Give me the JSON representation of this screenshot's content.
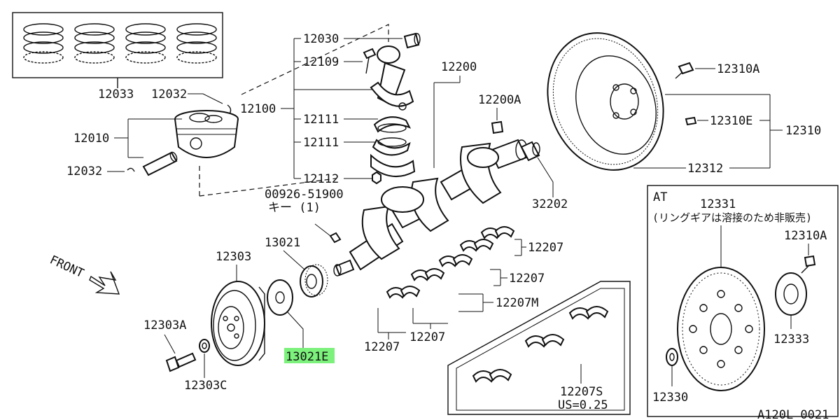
{
  "diagram_id": "A120L 0021",
  "front_label": "FRONT",
  "highlight_color": "#7cf27c",
  "callouts": {
    "c12033": "12033",
    "c12032a": "12032",
    "c12010": "12010",
    "c12032b": "12032",
    "c12100": "12100",
    "c12030": "12030",
    "c12109": "12109",
    "c12111a": "12111",
    "c12111b": "12111",
    "c12112": "12112",
    "c00926": "00926-51900",
    "c00926_note": "キー (1)",
    "c12200": "12200",
    "c12200A": "12200A",
    "c32202": "32202",
    "c12310A": "12310A",
    "c12310E": "12310E",
    "c12310": "12310",
    "c12312": "12312",
    "c13021": "13021",
    "c12303": "12303",
    "c12303A": "12303A",
    "c12303C": "12303C",
    "c13021E": "13021E",
    "c12207a": "12207",
    "c12207b": "12207",
    "c12207M": "12207M",
    "c12207c": "12207",
    "c12207d": "12207",
    "c12207S": "12207S",
    "c12207S_note": "US=0.25"
  },
  "at_box": {
    "title": "AT",
    "c12331": "12331",
    "c12331_note": "(リングギアは溶接のため非販売)",
    "c12310A": "12310A",
    "c12333": "12333",
    "c12330": "12330"
  }
}
